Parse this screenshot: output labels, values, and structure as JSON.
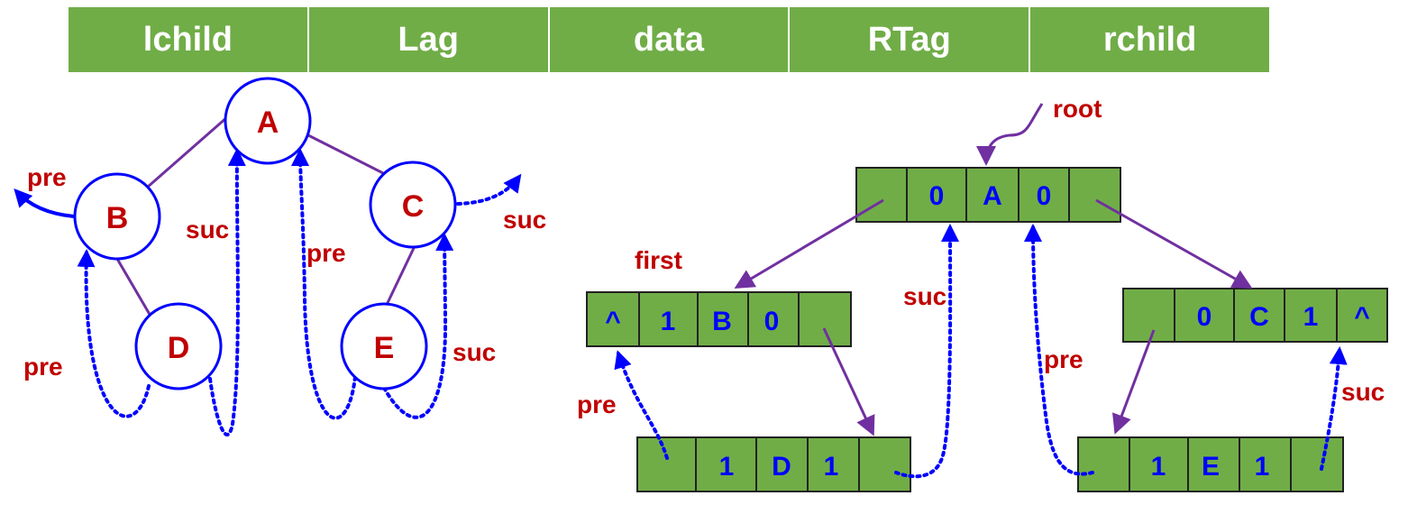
{
  "header": {
    "columns": [
      "lchild",
      "Lag",
      "data",
      "RTag",
      "rchild"
    ]
  },
  "tree": {
    "nodes": {
      "A": "A",
      "B": "B",
      "C": "C",
      "D": "D",
      "E": "E"
    },
    "labels": {
      "b_pre": "pre",
      "a_suc": "suc",
      "d_pre": "pre",
      "a_pre": "pre",
      "c_suc": "suc",
      "e_suc": "suc"
    }
  },
  "linked": {
    "root_label": "root",
    "first_label": "first",
    "nodes": [
      {
        "id": "A",
        "cells": [
          "",
          "0",
          "A",
          "0",
          ""
        ]
      },
      {
        "id": "B",
        "cells": [
          "^",
          "1",
          "B",
          "0",
          ""
        ]
      },
      {
        "id": "C",
        "cells": [
          "",
          "0",
          "C",
          "1",
          "^"
        ]
      },
      {
        "id": "D",
        "cells": [
          "",
          "1",
          "D",
          "1",
          ""
        ]
      },
      {
        "id": "E",
        "cells": [
          "",
          "1",
          "E",
          "1",
          ""
        ]
      }
    ],
    "labels": {
      "b_pre": "pre",
      "a_suc_from_d": "suc",
      "a_pre_from_e": "pre",
      "c_suc_from_e": "suc"
    }
  },
  "colors": {
    "header_fill": "#70ad47",
    "cell_fill": "#70ad47",
    "node_stroke": "#0000ff",
    "edge": "#7030a0",
    "thread": "#0000ff",
    "label": "#c00000"
  }
}
